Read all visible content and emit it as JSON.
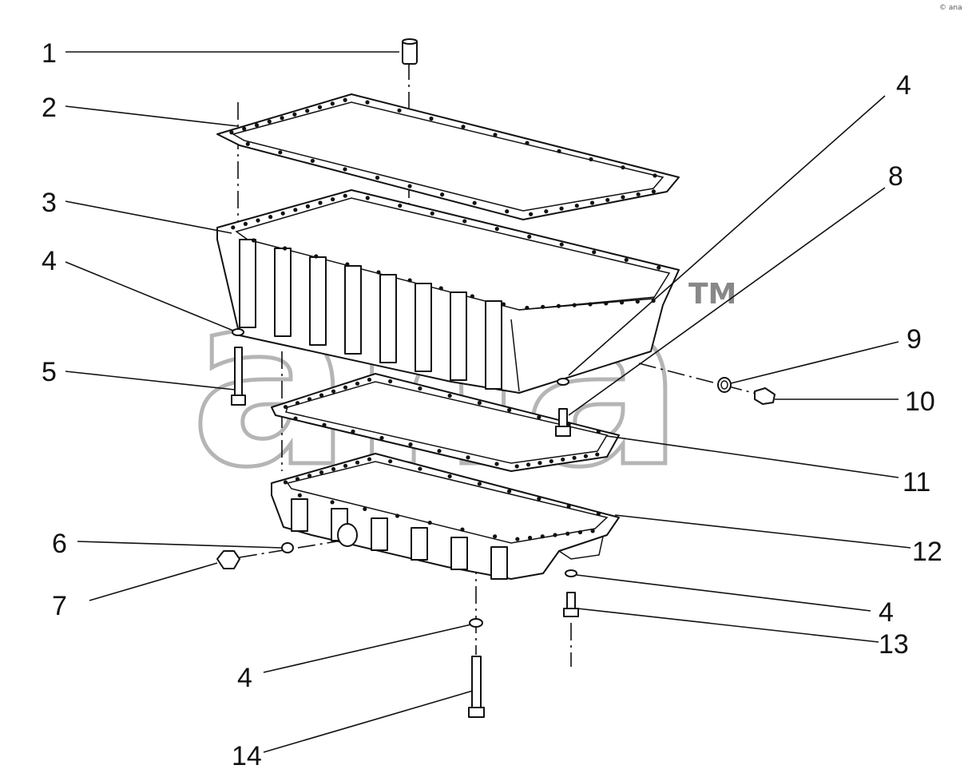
{
  "diagram": {
    "watermark": "ana",
    "trademark": "TM",
    "corner_mark": "© ana",
    "callouts": [
      {
        "id": "callout-1",
        "label": "1"
      },
      {
        "id": "callout-2",
        "label": "2"
      },
      {
        "id": "callout-3",
        "label": "3"
      },
      {
        "id": "callout-4-left",
        "label": "4"
      },
      {
        "id": "callout-5",
        "label": "5"
      },
      {
        "id": "callout-6",
        "label": "6"
      },
      {
        "id": "callout-7",
        "label": "7"
      },
      {
        "id": "callout-4-bottom",
        "label": "4"
      },
      {
        "id": "callout-14",
        "label": "14"
      },
      {
        "id": "callout-4-top-right",
        "label": "4"
      },
      {
        "id": "callout-8",
        "label": "8"
      },
      {
        "id": "callout-9",
        "label": "9"
      },
      {
        "id": "callout-10",
        "label": "10"
      },
      {
        "id": "callout-11",
        "label": "11"
      },
      {
        "id": "callout-12",
        "label": "12"
      },
      {
        "id": "callout-4-right",
        "label": "4"
      },
      {
        "id": "callout-13",
        "label": "13"
      }
    ],
    "colors": {
      "line": "#111111",
      "watermark": "#b5b5b5",
      "background": "#ffffff"
    }
  }
}
